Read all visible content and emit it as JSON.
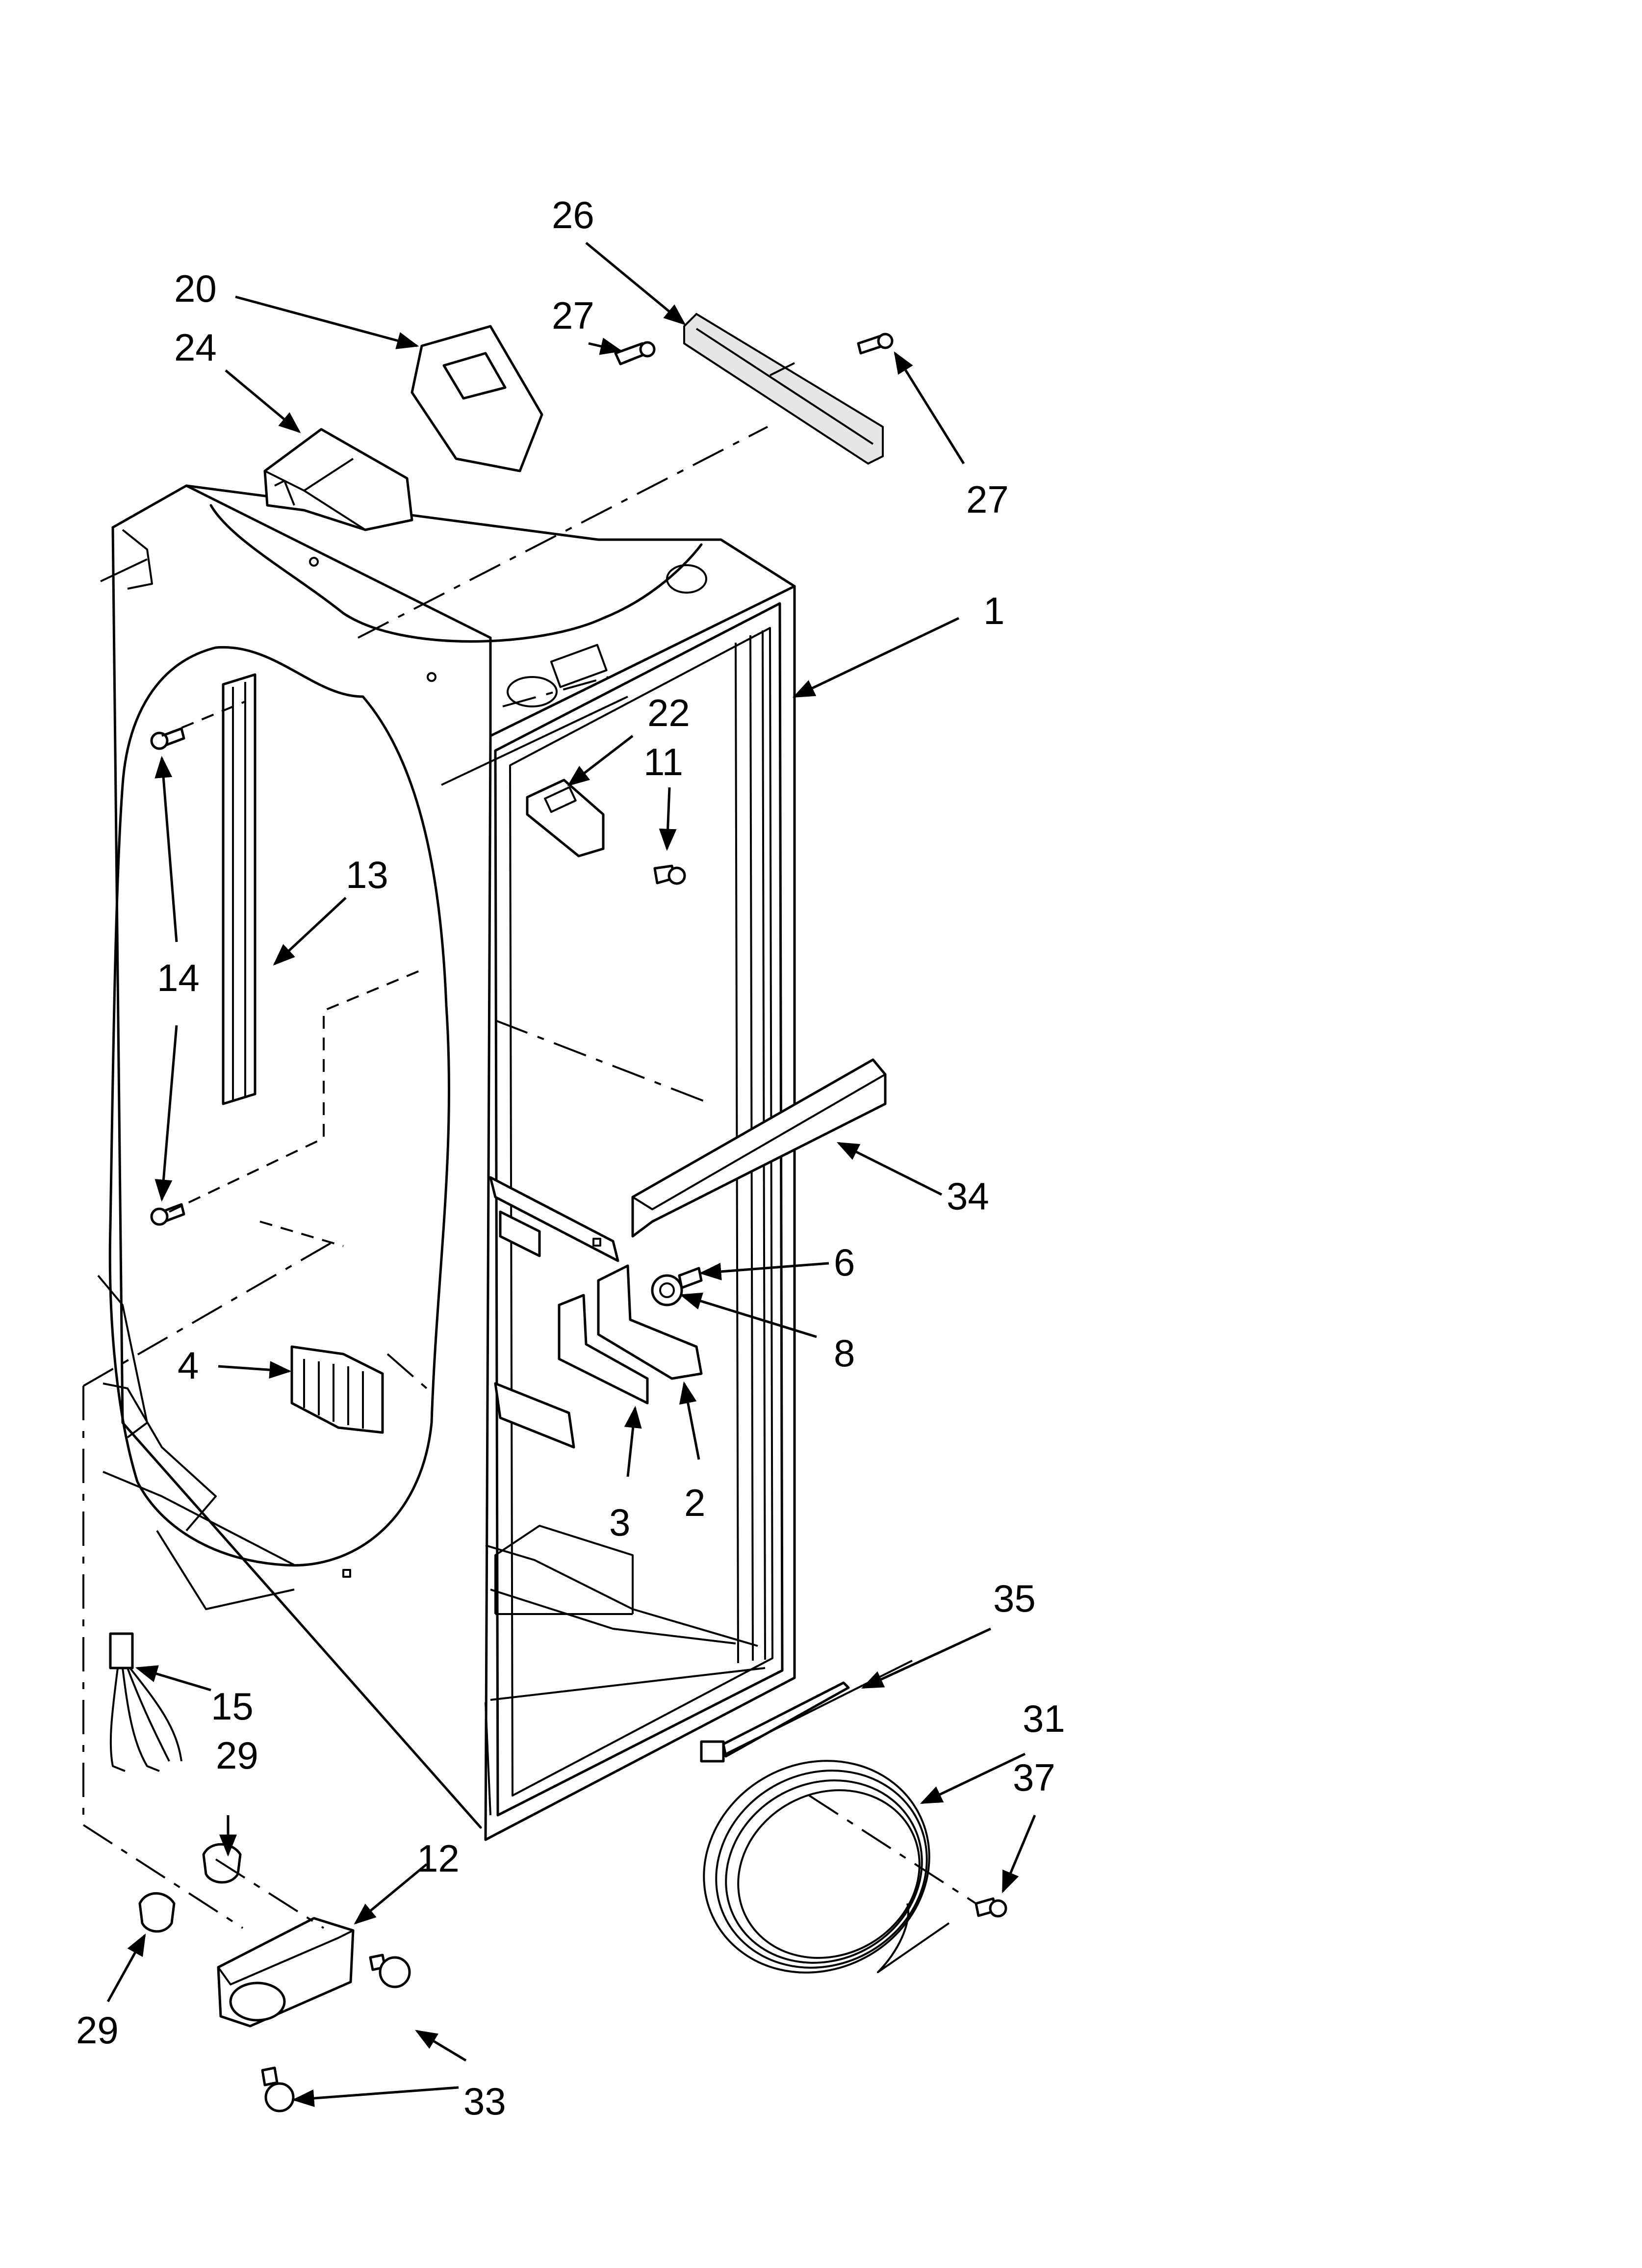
{
  "colors": {
    "line": "#000000",
    "background": "#ffffff",
    "part_shade": "#e6e6e6"
  },
  "callouts": [
    {
      "id": "c1",
      "label": "1"
    },
    {
      "id": "c2",
      "label": "2"
    },
    {
      "id": "c3",
      "label": "3"
    },
    {
      "id": "c4",
      "label": "4"
    },
    {
      "id": "c6",
      "label": "6"
    },
    {
      "id": "c8",
      "label": "8"
    },
    {
      "id": "c11",
      "label": "11"
    },
    {
      "id": "c12",
      "label": "12"
    },
    {
      "id": "c13",
      "label": "13"
    },
    {
      "id": "c14",
      "label": "14"
    },
    {
      "id": "c15",
      "label": "15"
    },
    {
      "id": "c20",
      "label": "20"
    },
    {
      "id": "c22",
      "label": "22"
    },
    {
      "id": "c24",
      "label": "24"
    },
    {
      "id": "c26",
      "label": "26"
    },
    {
      "id": "c27a",
      "label": "27"
    },
    {
      "id": "c27b",
      "label": "27"
    },
    {
      "id": "c29a",
      "label": "29"
    },
    {
      "id": "c29b",
      "label": "29"
    },
    {
      "id": "c31",
      "label": "31"
    },
    {
      "id": "c33",
      "label": "33"
    },
    {
      "id": "c34",
      "label": "34"
    },
    {
      "id": "c35",
      "label": "35"
    },
    {
      "id": "c37",
      "label": "37"
    }
  ]
}
